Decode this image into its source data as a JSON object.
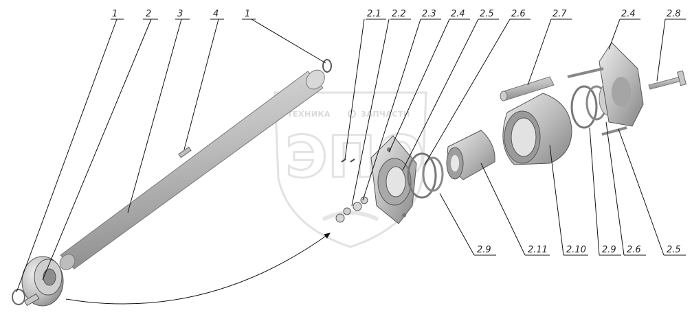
{
  "watermark": {
    "left_text": "ТЕХНИКА",
    "right_text": "ЗАПЧАСТИ",
    "logo_text": "ЭПО"
  },
  "labels": {
    "l1a": "1",
    "l2": "2",
    "l3": "3",
    "l4": "4",
    "l1b": "1",
    "l21": "2.1",
    "l22": "2.2",
    "l23": "2.3",
    "l24a": "2.4",
    "l25a": "2.5",
    "l26a": "2.6",
    "l27": "2.7",
    "l24b": "2.4",
    "l28": "2.8",
    "l29a": "2.9",
    "l211": "2.11",
    "l210": "2.10",
    "l29b": "2.9",
    "l26b": "2.6",
    "l25b": "2.5"
  }
}
